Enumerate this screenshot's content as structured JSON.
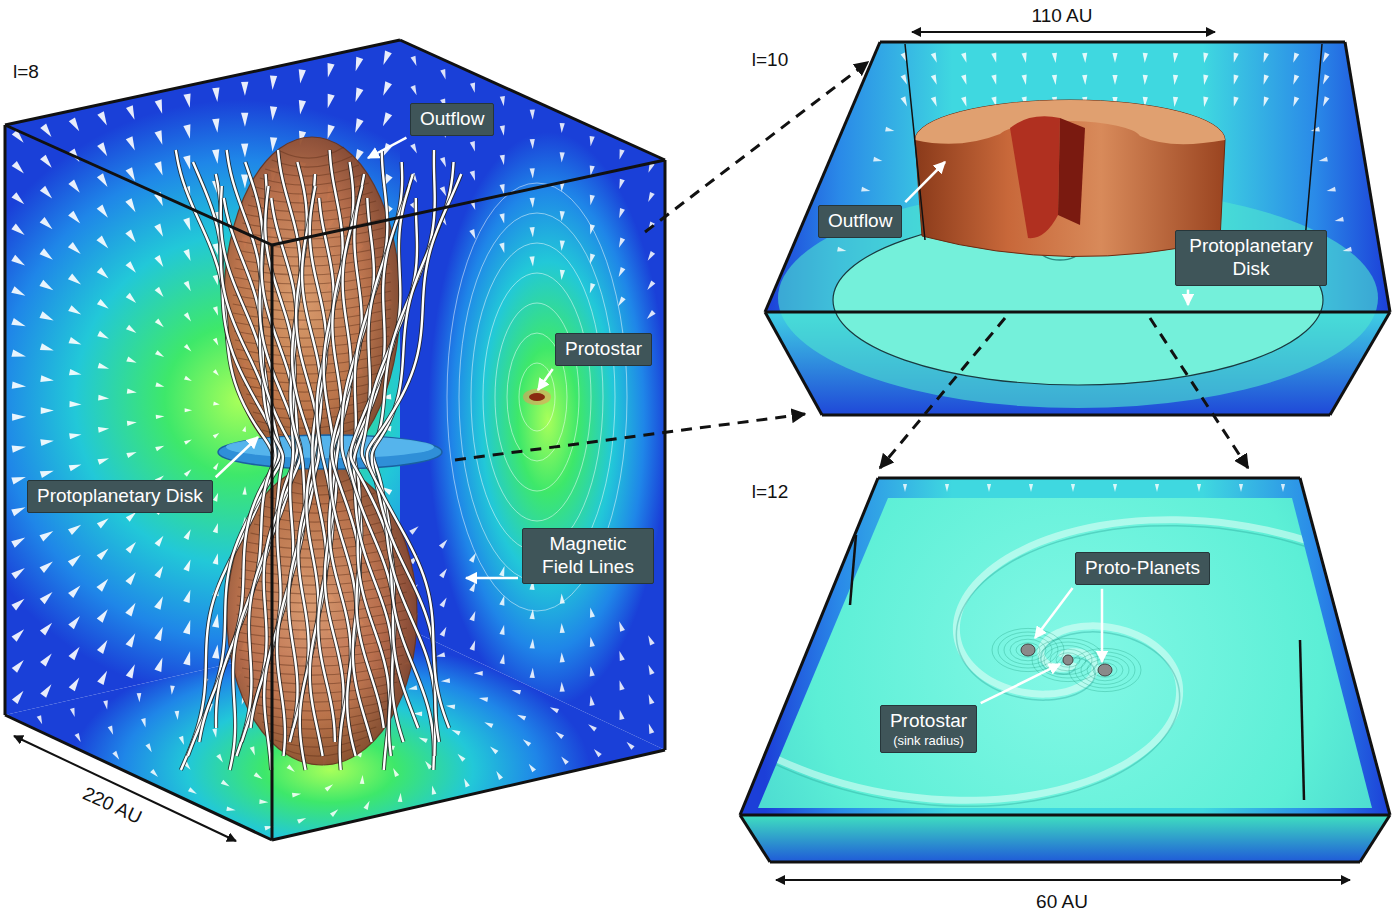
{
  "diagram": {
    "nodes": [
      {
        "text": [
          "Outflow"
        ]
      },
      {
        "text": [
          "Protostar"
        ]
      },
      {
        "text": [
          "Protoplanetary Disk"
        ]
      },
      {
        "text": [
          "Magnetic Field Lines"
        ]
      },
      {
        "text": [
          "Outflow"
        ]
      },
      {
        "text": [
          "Protoplanetary Disk"
        ]
      },
      {
        "text": [
          "Proto-Planets"
        ]
      },
      {
        "text": [
          "Protostar",
          "(sink radius)"
        ]
      }
    ],
    "labels": [
      "l=8",
      "220 AU",
      "l=10",
      "110 AU",
      "l=12",
      "60 AU"
    ]
  }
}
